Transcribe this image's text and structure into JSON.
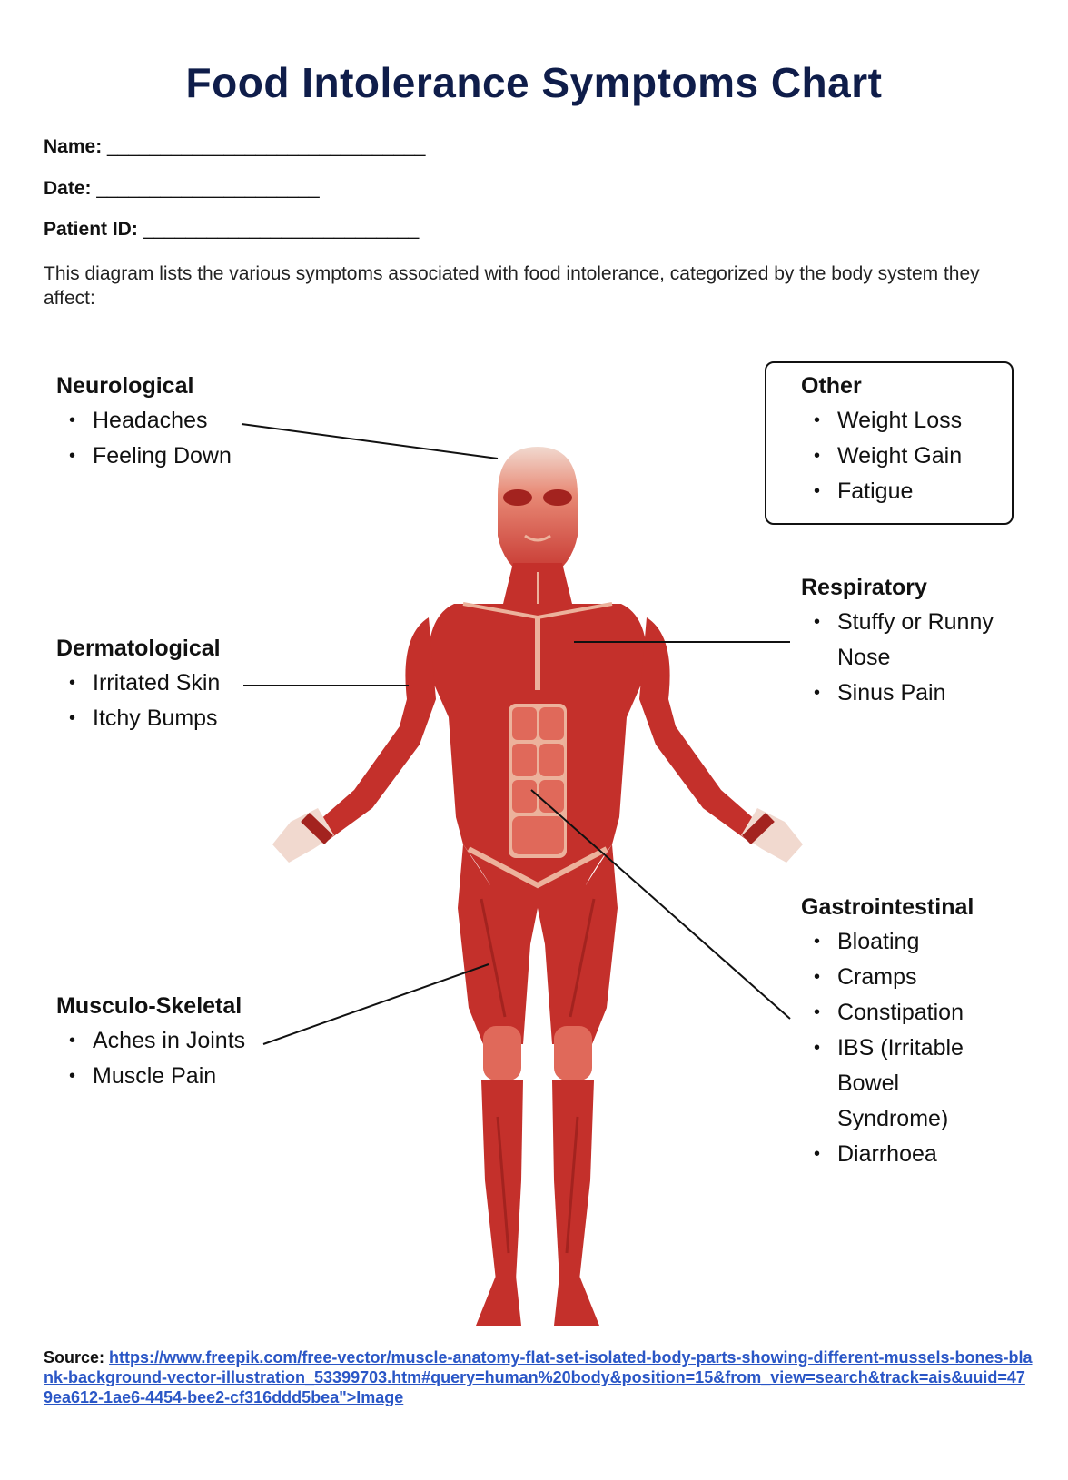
{
  "title": "Food Intolerance Symptoms Chart",
  "fields": {
    "name_label": "Name:",
    "name_line": "______________________________",
    "date_label": "Date:",
    "date_line": "_____________________",
    "patient_label": "Patient ID:",
    "patient_line": "__________________________"
  },
  "intro": "This diagram lists the various symptoms associated with food intolerance, categorized by the body system they affect:",
  "groups": {
    "neurological": {
      "title": "Neurological",
      "items": [
        "Headaches",
        "Feeling Down"
      ]
    },
    "dermatological": {
      "title": "Dermatological",
      "items": [
        "Irritated Skin",
        "Itchy Bumps"
      ]
    },
    "musculo": {
      "title": "Musculo-Skeletal",
      "items": [
        "Aches in Joints",
        "Muscle Pain"
      ]
    },
    "other": {
      "title": "Other",
      "items": [
        "Weight Loss",
        "Weight Gain",
        "Fatigue"
      ]
    },
    "respiratory": {
      "title": "Respiratory",
      "items": [
        "Stuffy or Runny Nose",
        "Sinus Pain"
      ]
    },
    "gastro": {
      "title": "Gastrointestinal",
      "items": [
        "Bloating",
        "Cramps",
        "Constipation",
        "IBS (Irritable Bowel Syndrome)",
        "Diarrhoea"
      ]
    }
  },
  "colors": {
    "title": "#0f1d4a",
    "muscle": "#c4302b",
    "muscle_dark": "#a3231f",
    "tendon": "#ecb29c",
    "skin_light": "#f1d9cf",
    "link": "#2a56c6"
  },
  "source": {
    "label": "Source:",
    "link": "https://www.freepik.com/free-vector/muscle-anatomy-flat-set-isolated-body-parts-showing-different-mussels-bones-blank-background-vector-illustration_53399703.htm#query=human%20body&position=15&from_view=search&track=ais&uuid=479ea612-1ae6-4454-bee2-cf316ddd5bea\">Image"
  }
}
